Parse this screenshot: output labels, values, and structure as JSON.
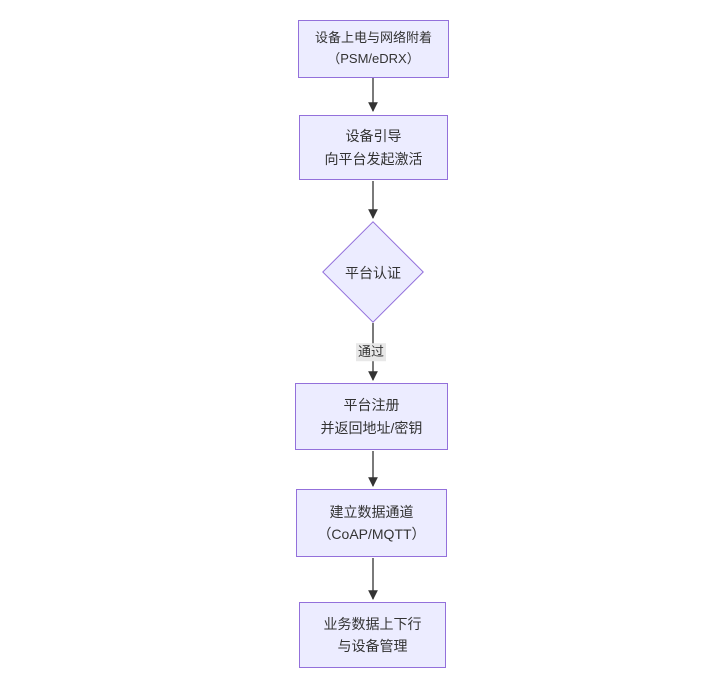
{
  "diagram": {
    "kind": "flowchart",
    "direction": "top-down",
    "colors": {
      "background": "#ffffff",
      "node_fill": "#ECECFF",
      "node_border": "#9370DB",
      "edge_line": "#333333",
      "text": "#333333",
      "edge_label_bg": "#e8e8e8"
    },
    "nodes": [
      {
        "id": "power-attach",
        "shape": "rect",
        "lines": [
          "设备上电与网络附着",
          "（PSM/eDRX）"
        ]
      },
      {
        "id": "bootstrap",
        "shape": "rect",
        "lines": [
          "设备引导",
          "向平台发起激活"
        ]
      },
      {
        "id": "platform-auth",
        "shape": "diamond",
        "lines": [
          "平台认证"
        ]
      },
      {
        "id": "register",
        "shape": "rect",
        "lines": [
          "平台注册",
          "并返回地址/密钥"
        ]
      },
      {
        "id": "data-channel",
        "shape": "rect",
        "lines": [
          "建立数据通道",
          "（CoAP/MQTT）"
        ]
      },
      {
        "id": "business",
        "shape": "rect",
        "lines": [
          "业务数据上下行",
          "与设备管理"
        ]
      }
    ],
    "edges": [
      {
        "from": "power-attach",
        "to": "bootstrap",
        "label": ""
      },
      {
        "from": "bootstrap",
        "to": "platform-auth",
        "label": ""
      },
      {
        "from": "platform-auth",
        "to": "register",
        "label": "通过"
      },
      {
        "from": "register",
        "to": "data-channel",
        "label": ""
      },
      {
        "from": "data-channel",
        "to": "business",
        "label": ""
      }
    ]
  }
}
